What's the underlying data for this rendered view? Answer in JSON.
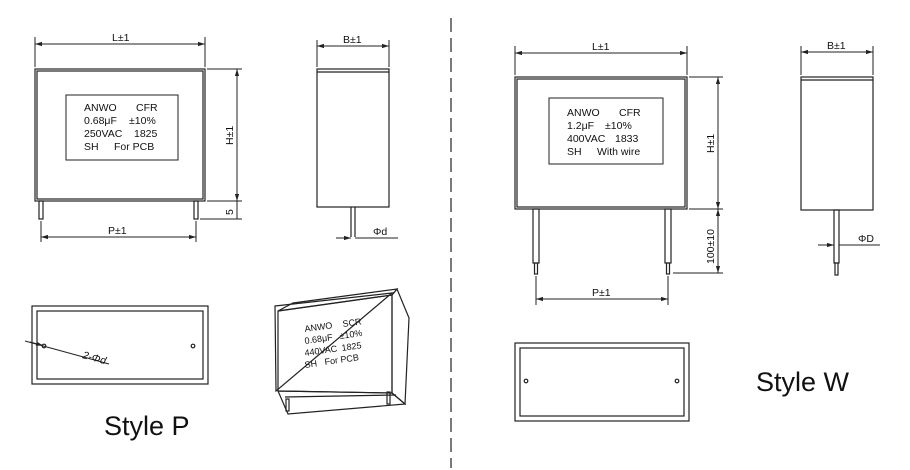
{
  "style_p": {
    "front": {
      "width_dim": "L±1",
      "height_dim": "H±1",
      "lead_dim": "5",
      "pitch_dim": "P±1",
      "label_lines": [
        {
          "left": "ANWO",
          "right": "CFR"
        },
        {
          "left": "0.68μF",
          "right": "±10%"
        },
        {
          "left": "250VAC",
          "right": "1825"
        },
        {
          "left": "SH",
          "right": "For PCB"
        }
      ]
    },
    "side": {
      "width_dim": "B±1",
      "lead_dia": "Φd"
    },
    "bottom": {
      "holes_label": "2-Φd"
    },
    "iso": {
      "label_lines": [
        {
          "left": "ANWO",
          "right": "SCR"
        },
        {
          "left": "0.68μF",
          "right": "±10%"
        },
        {
          "left": "440VAC",
          "right": "1825"
        },
        {
          "left": "SH",
          "right": "For PCB"
        }
      ]
    },
    "caption": "Style P"
  },
  "style_w": {
    "front": {
      "width_dim": "L±1",
      "height_dim": "H±1",
      "lead_dim": "100±10",
      "pitch_dim": "P±1",
      "label_lines": [
        {
          "left": "ANWO",
          "right": "CFR"
        },
        {
          "left": "1.2μF",
          "right": "±10%"
        },
        {
          "left": "400VAC",
          "right": "1833"
        },
        {
          "left": "SH",
          "right": "With wire"
        }
      ]
    },
    "side": {
      "width_dim": "B±1",
      "lead_dia": "ΦD"
    },
    "caption": "Style W"
  }
}
